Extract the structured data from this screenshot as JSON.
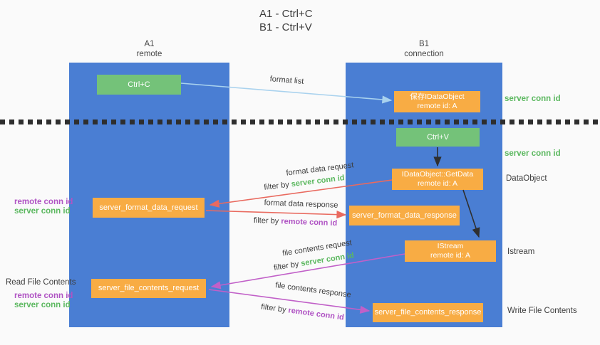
{
  "title": {
    "line1": "A1 - Ctrl+C",
    "line2": "B1 - Ctrl+V"
  },
  "columns": {
    "left": {
      "id": "A1",
      "sub": "remote"
    },
    "right": {
      "id": "B1",
      "sub": "connection"
    }
  },
  "nodes": {
    "ctrl_c": {
      "label": "Ctrl+C"
    },
    "save_idataobject": {
      "line1": "保存IDataObject",
      "line2": "remote id: A"
    },
    "ctrl_v": {
      "label": "Ctrl+V"
    },
    "getdata": {
      "line1": "IDataObject::GetData",
      "line2": "remote id: A"
    },
    "istream": {
      "line1": "IStream",
      "line2": "remote id: A"
    },
    "format_request": {
      "label": "server_format_data_request"
    },
    "format_response": {
      "label": "server_format_data_response"
    },
    "file_request": {
      "label": "server_file_contents_request"
    },
    "file_response": {
      "label": "server_file_contents_response"
    }
  },
  "edges": {
    "format_list": {
      "label": "format list"
    },
    "format_data_request": {
      "label": "format data request",
      "filter_prefix": "filter by",
      "filter_key": "server conn id"
    },
    "format_data_response": {
      "label": "format data response",
      "filter_prefix": "filter by",
      "filter_key": "remote conn id"
    },
    "file_contents_request": {
      "label": "file contents request",
      "filter_prefix": "filter by",
      "filter_key": "server conn id"
    },
    "file_contents_response": {
      "label": "file contents response",
      "filter_prefix": "filter by",
      "filter_key": "remote conn id"
    }
  },
  "annotations": {
    "right": {
      "server_conn_id_top": "server conn id",
      "server_conn_id_mid": "server conn id",
      "dataobject": "DataObject",
      "istream": "Istream",
      "write_file_contents": "Write File Contents"
    },
    "left": {
      "format_remote_conn_id": "remote conn id",
      "format_server_conn_id": "server conn id",
      "read_file_contents": "Read File Contents",
      "file_remote_conn_id": "remote conn id",
      "file_server_conn_id": "server conn id"
    }
  },
  "colors": {
    "panel_blue": "#4a7ed3",
    "box_green": "#74c279",
    "box_orange": "#f8ac44",
    "arrow_red": "#e96a5f",
    "arrow_magenta": "#c160c8",
    "arrow_lightblue": "#a9d2ee",
    "arrow_dark": "#2f2f2f",
    "keyword_green": "#5cb860",
    "keyword_purple": "#b054c4",
    "background": "#fafafa"
  }
}
